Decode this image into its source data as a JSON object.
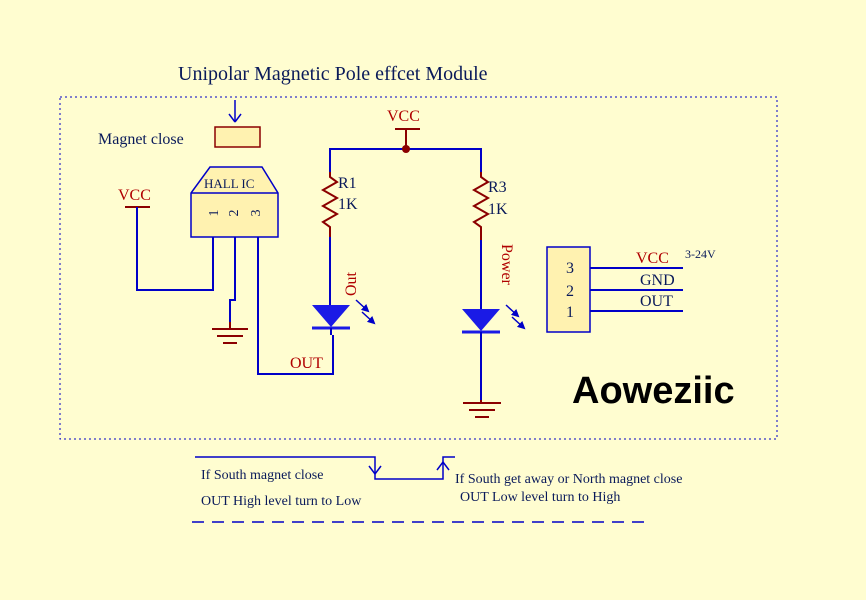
{
  "title": "Unipolar  Magnetic Pole effcet Module",
  "magnet": {
    "label": "Magnet close"
  },
  "hall_ic": {
    "label": "HALL IC",
    "pins": [
      "1",
      "2",
      "3"
    ]
  },
  "vcc_left": "VCC",
  "vcc_top": "VCC",
  "resistors": [
    {
      "ref": "R1",
      "value": "1K"
    },
    {
      "ref": "R3",
      "value": "1K"
    }
  ],
  "leds": [
    {
      "label": "Out"
    },
    {
      "label": "Power"
    }
  ],
  "out_net": "OUT",
  "connector": {
    "pins": [
      "3",
      "2",
      "1"
    ],
    "signals": [
      "VCC",
      "GND",
      "OUT"
    ],
    "voltage": "3-24V"
  },
  "brand": "Aoweziic",
  "legend": {
    "left_line1": "If South magnet close",
    "left_line2": "OUT High level turn to Low",
    "right_line1": "If South get away or North magnet close",
    "right_line2": "OUT Low level turn to High"
  },
  "colors": {
    "background": "#fffdd0",
    "wire": "#0000c8",
    "label_red": "#b00000",
    "led_blue": "#1a1ae6",
    "component": "#fff2b0"
  }
}
